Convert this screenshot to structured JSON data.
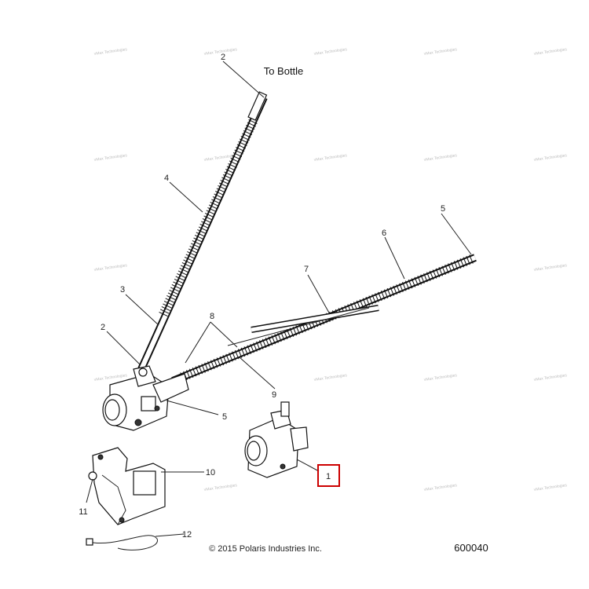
{
  "callouts": {
    "c1": "1",
    "c2a": "2",
    "c2b": "2",
    "c3": "3",
    "c4": "4",
    "c5a": "5",
    "c5b": "5",
    "c6": "6",
    "c7": "7",
    "c8": "8",
    "c9": "9",
    "c10": "10",
    "c11": "11",
    "c12": "12"
  },
  "to_bottle_label": "To Bottle",
  "copyright": "© 2015 Polaris Industries Inc.",
  "diagram_number": "600040",
  "watermark_text": "vMax Technologies",
  "colors": {
    "line": "#222222",
    "highlight_box": "#cc0000",
    "watermark": "#bdbdbd"
  }
}
